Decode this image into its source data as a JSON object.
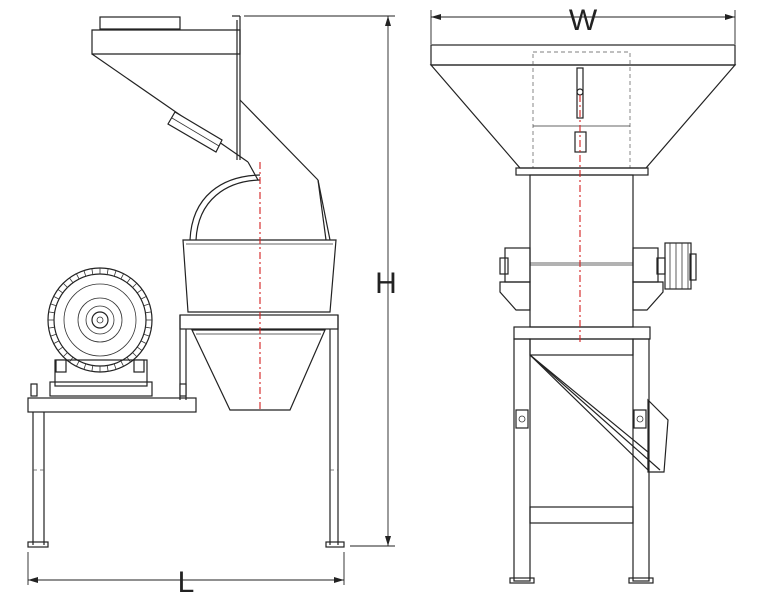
{
  "dimensions": {
    "length_label": "L",
    "height_label": "H",
    "width_label": "W"
  },
  "colors": {
    "line": "#222222",
    "centerline": "#d32020",
    "background": "#ffffff"
  }
}
